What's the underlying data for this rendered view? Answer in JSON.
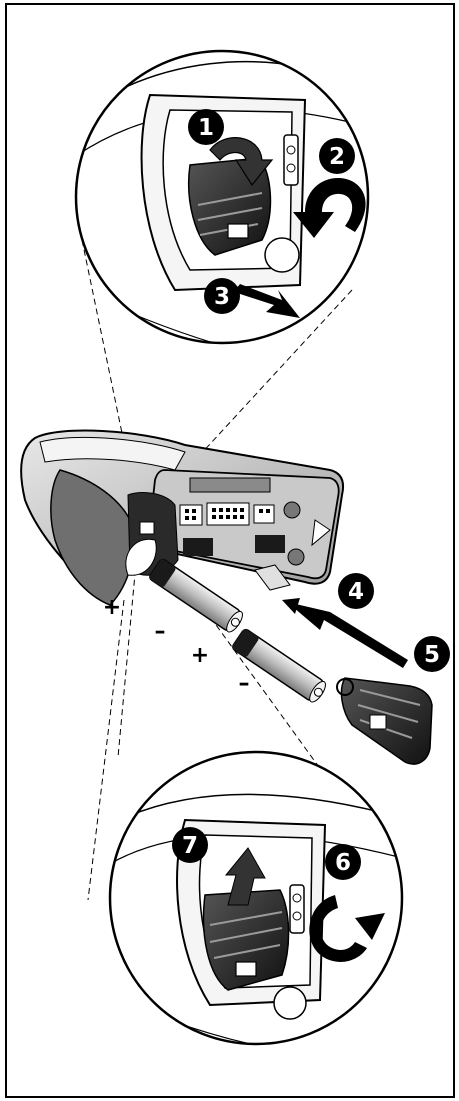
{
  "figure": {
    "steps": [
      {
        "number": "1"
      },
      {
        "number": "2"
      },
      {
        "number": "3"
      },
      {
        "number": "4"
      },
      {
        "number": "5"
      },
      {
        "number": "6"
      },
      {
        "number": "7"
      }
    ],
    "polarity_marks": [
      "+",
      "–",
      "+",
      "–"
    ],
    "colors": {
      "ink": "#000000",
      "paper": "#ffffff",
      "device_dark": "#6f6f6f",
      "device_light": "#dcdcdc",
      "battery": "#bdbdbd"
    }
  }
}
